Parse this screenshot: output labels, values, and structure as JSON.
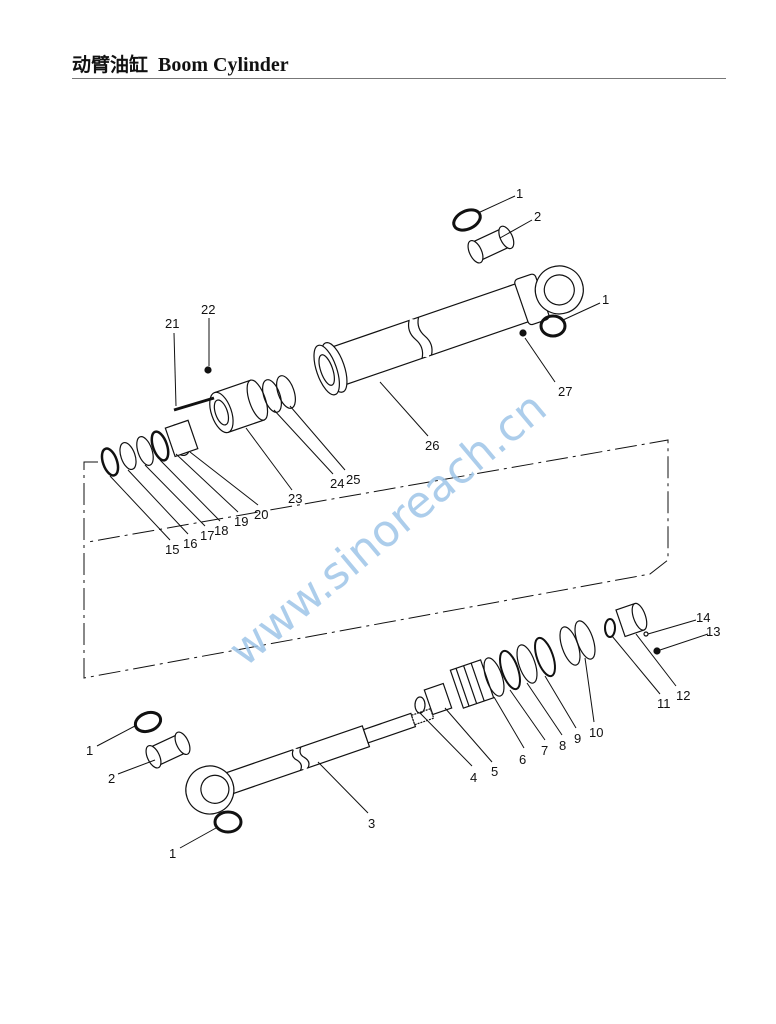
{
  "header": {
    "title_cn": "动臂油缸",
    "title_en": "Boom Cylinder"
  },
  "watermark": "www.sinoreach.cn",
  "callouts": {
    "c1a": "1",
    "c2a": "2",
    "c1b": "1",
    "c22": "22",
    "c21": "21",
    "c27": "27",
    "c26": "26",
    "c25": "25",
    "c24": "24",
    "c23": "23",
    "c20": "20",
    "c19": "19",
    "c18": "18",
    "c17": "17",
    "c16": "16",
    "c15": "15",
    "c14": "14",
    "c13": "13",
    "c12": "12",
    "c11": "11",
    "c10": "10",
    "c9": "9",
    "c8": "8",
    "c7": "7",
    "c6": "6",
    "c5": "5",
    "c4": "4",
    "c3": "3",
    "c1c": "1",
    "c2c": "2",
    "c1d": "1"
  },
  "colors": {
    "line": "#111111",
    "watermark": "#9ec5e8"
  }
}
